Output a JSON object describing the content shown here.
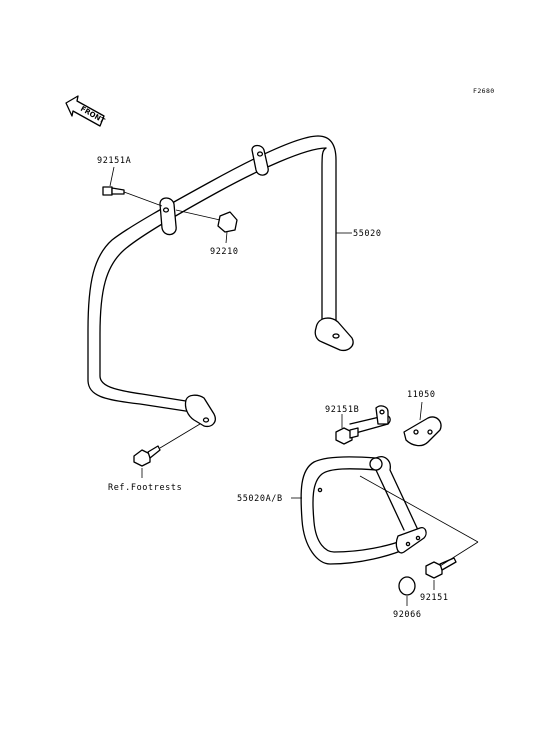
{
  "figure_code": "F2680",
  "front_label": "FRONT",
  "labels": {
    "bolt_92151A": "92151A",
    "nut_92210": "92210",
    "guard_55020": "55020",
    "bolt_92151B": "92151B",
    "bracket_11050": "11050",
    "ref_footrests": "Ref.Footrests",
    "guard_55020AB": "55020A/B",
    "bolt_92151": "92151",
    "cap_92066": "92066"
  }
}
